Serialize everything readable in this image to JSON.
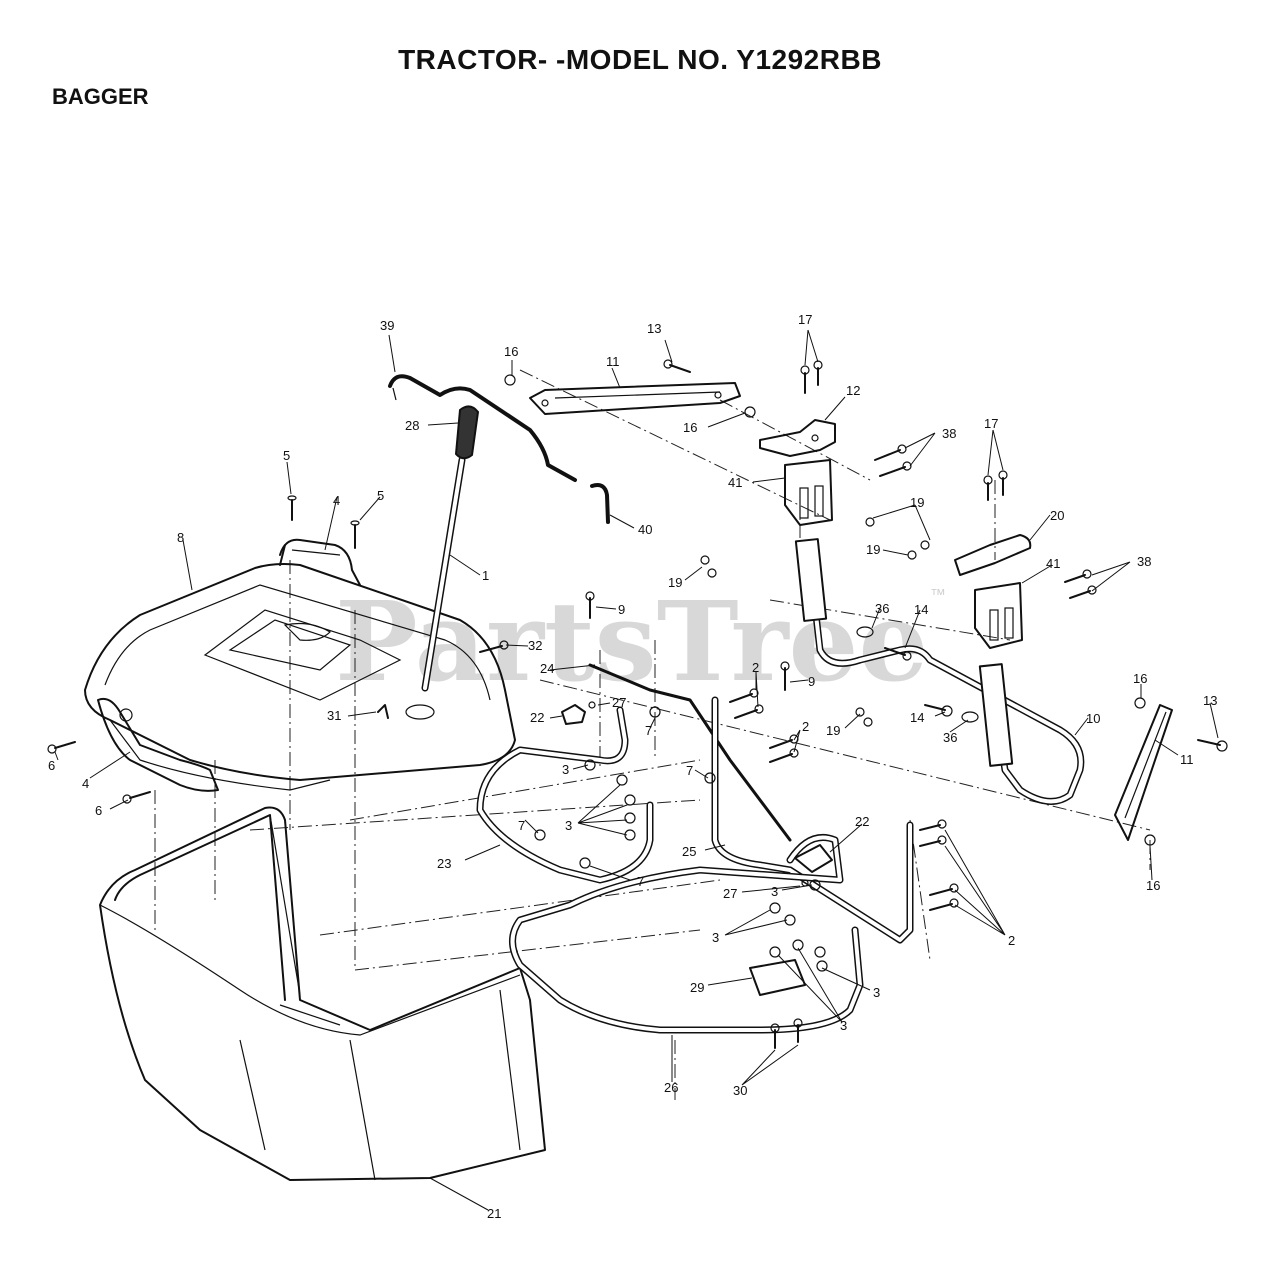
{
  "header": {
    "title": "TRACTOR- -MODEL NO. Y1292RBB",
    "section": "BAGGER"
  },
  "watermark": {
    "text": "PartsTree",
    "trademark": "™"
  },
  "callouts": [
    {
      "id": "c39",
      "label": "39"
    },
    {
      "id": "c16a",
      "label": "16"
    },
    {
      "id": "c13a",
      "label": "13"
    },
    {
      "id": "c11a",
      "label": "11"
    },
    {
      "id": "c17a",
      "label": "17"
    },
    {
      "id": "c12",
      "label": "12"
    },
    {
      "id": "c38a",
      "label": "38"
    },
    {
      "id": "c17b",
      "label": "17"
    },
    {
      "id": "c28",
      "label": "28"
    },
    {
      "id": "c16b",
      "label": "16"
    },
    {
      "id": "c41a",
      "label": "41"
    },
    {
      "id": "c19a",
      "label": "19"
    },
    {
      "id": "c19b",
      "label": "19"
    },
    {
      "id": "c20",
      "label": "20"
    },
    {
      "id": "c5a",
      "label": "5"
    },
    {
      "id": "c5b",
      "label": "5"
    },
    {
      "id": "c4a",
      "label": "4"
    },
    {
      "id": "c40",
      "label": "40"
    },
    {
      "id": "c8",
      "label": "8"
    },
    {
      "id": "c1",
      "label": "1"
    },
    {
      "id": "c19c",
      "label": "19"
    },
    {
      "id": "c41b",
      "label": "41"
    },
    {
      "id": "c38b",
      "label": "38"
    },
    {
      "id": "c9a",
      "label": "9"
    },
    {
      "id": "c36a",
      "label": "36"
    },
    {
      "id": "c14a",
      "label": "14"
    },
    {
      "id": "c32",
      "label": "32"
    },
    {
      "id": "c24",
      "label": "24"
    },
    {
      "id": "c2a",
      "label": "2"
    },
    {
      "id": "c9b",
      "label": "9"
    },
    {
      "id": "c16c",
      "label": "16"
    },
    {
      "id": "c13b",
      "label": "13"
    },
    {
      "id": "c31",
      "label": "31"
    },
    {
      "id": "c22a",
      "label": "22"
    },
    {
      "id": "c27a",
      "label": "27"
    },
    {
      "id": "c7a",
      "label": "7"
    },
    {
      "id": "c2b",
      "label": "2"
    },
    {
      "id": "c19d",
      "label": "19"
    },
    {
      "id": "c14b",
      "label": "14"
    },
    {
      "id": "c36b",
      "label": "36"
    },
    {
      "id": "c10",
      "label": "10"
    },
    {
      "id": "c6a",
      "label": "6"
    },
    {
      "id": "c4b",
      "label": "4"
    },
    {
      "id": "c3a",
      "label": "3"
    },
    {
      "id": "c7b",
      "label": "7"
    },
    {
      "id": "c11b",
      "label": "11"
    },
    {
      "id": "c6b",
      "label": "6"
    },
    {
      "id": "c7c",
      "label": "7"
    },
    {
      "id": "c3b",
      "label": "3"
    },
    {
      "id": "c22b",
      "label": "22"
    },
    {
      "id": "c23",
      "label": "23"
    },
    {
      "id": "c25",
      "label": "25"
    },
    {
      "id": "c16d",
      "label": "16"
    },
    {
      "id": "c7d",
      "label": "7"
    },
    {
      "id": "c27b",
      "label": "27"
    },
    {
      "id": "c3c",
      "label": "3"
    },
    {
      "id": "c3d",
      "label": "3"
    },
    {
      "id": "c2c",
      "label": "2"
    },
    {
      "id": "c29",
      "label": "29"
    },
    {
      "id": "c3e",
      "label": "3"
    },
    {
      "id": "c3f",
      "label": "3"
    },
    {
      "id": "c26",
      "label": "26"
    },
    {
      "id": "c30",
      "label": "30"
    },
    {
      "id": "c21",
      "label": "21"
    }
  ]
}
